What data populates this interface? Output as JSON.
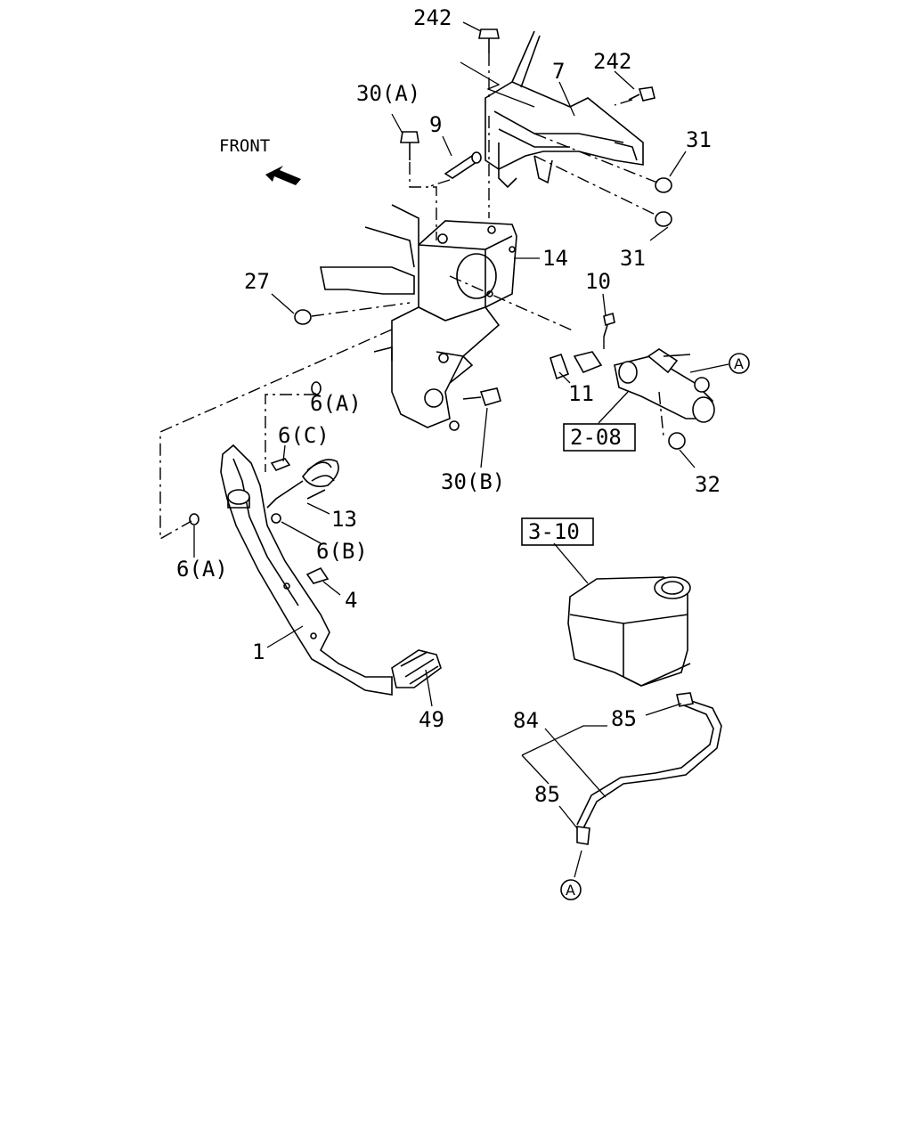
{
  "front_label": "FRONT",
  "callouts": {
    "bolt_top": "242",
    "bolt_right": "242",
    "bracket_7": "7",
    "bolt_30a": "30(A)",
    "pin_9": "9",
    "nut_31_top": "31",
    "nut_31_bottom": "31",
    "bracket_14": "14",
    "nut_27": "27",
    "bolt_10": "10",
    "connector_a_top": "A",
    "clip_11": "11",
    "bushing_6a_top": "6(A)",
    "bolt_30b": "30(B)",
    "ref_2_08": "2-08",
    "nut_32": "32",
    "bushing_6c": "6(C)",
    "spring_13": "13",
    "bushing_6b": "6(B)",
    "bushing_6a_left": "6(A)",
    "switch_4": "4",
    "pedal_1": "1",
    "pad_49": "49",
    "ref_3_10": "3-10",
    "hose_84": "84",
    "clamp_85_top": "85",
    "clamp_85_bottom": "85",
    "connector_a_bottom": "A"
  }
}
